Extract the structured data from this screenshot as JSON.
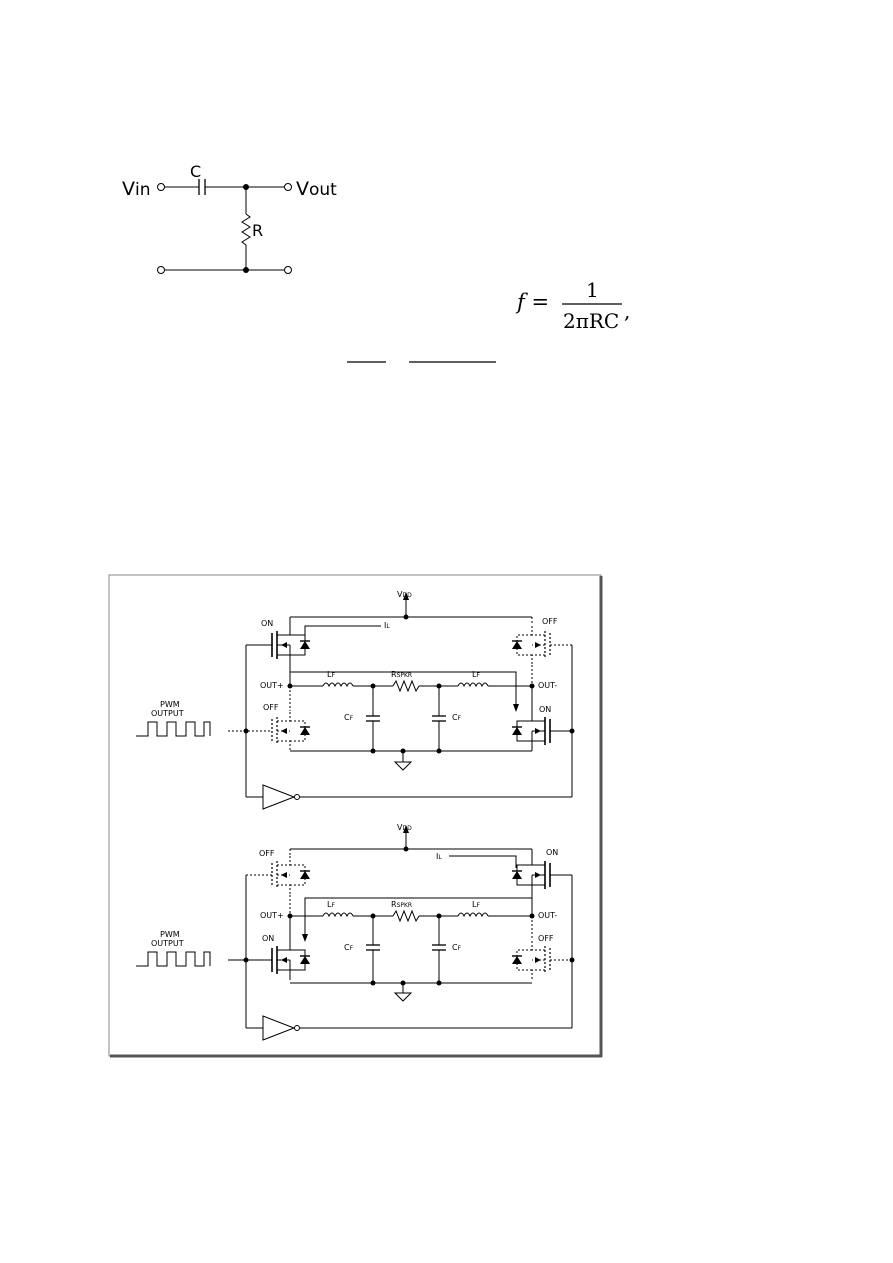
{
  "rc_filter": {
    "vin": "V",
    "vin_sub": "in",
    "vout": "V",
    "vout_sub": "out",
    "c": "C",
    "r": "R"
  },
  "formula": {
    "lhs": "f =",
    "numerator": "1",
    "denominator": "2πRC",
    "trailing": ","
  },
  "h_bridge": {
    "top": {
      "vdd": "V",
      "vdd_sub": "DD",
      "il": "I",
      "il_sub": "L",
      "q_top_left": "ON",
      "q_top_right": "OFF",
      "q_bot_left": "OFF",
      "q_bot_right": "ON",
      "out_plus": "OUT+",
      "out_minus": "OUT-",
      "lf1": "L",
      "lf1_sub": "F",
      "rspkr": "R",
      "rspkr_sub": "SPKR",
      "lf2": "L",
      "lf2_sub": "F",
      "cf1": "C",
      "cf1_sub": "F",
      "cf2": "C",
      "cf2_sub": "F",
      "pwm1": "PWM",
      "pwm2": "OUTPUT"
    },
    "bottom": {
      "vdd": "V",
      "vdd_sub": "DD",
      "il": "I",
      "il_sub": "L",
      "q_top_left": "OFF",
      "q_top_right": "ON",
      "q_bot_left": "ON",
      "q_bot_right": "OFF",
      "out_plus": "OUT+",
      "out_minus": "OUT-",
      "lf1": "L",
      "lf1_sub": "F",
      "rspkr": "R",
      "rspkr_sub": "SPKR",
      "lf2": "L",
      "lf2_sub": "F",
      "cf1": "C",
      "cf1_sub": "F",
      "cf2": "C",
      "cf2_sub": "F",
      "pwm1": "PWM",
      "pwm2": "OUTPUT"
    }
  }
}
